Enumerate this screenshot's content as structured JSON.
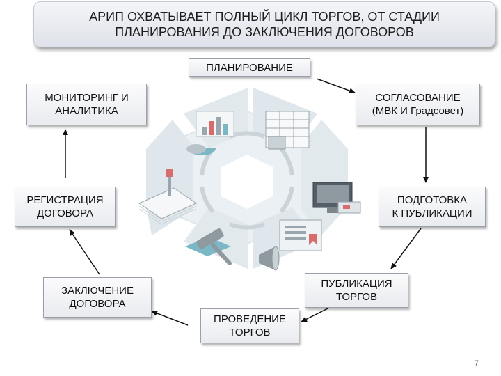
{
  "title": "АРИП ОХВАТЫВАЕТ ПОЛНЫЙ ЦИКЛ ТОРГОВ, ОТ СТАДИИ\nПЛАНИРОВАНИЯ ДО ЗАКЛЮЧЕНИЯ ДОГОВОРОВ",
  "stages": {
    "planning": "ПЛАНИРОВАНИЕ",
    "approval": "СОГЛАСОВАНИЕ\n(МВК И Градсовет)",
    "preparation": "ПОДГОТОВКА\nК ПУБЛИКАЦИИ",
    "publication": "ПУБЛИКАЦИЯ\nТОРГОВ",
    "auction": "ПРОВЕДЕНИЕ\nТОРГОВ",
    "conclusion": "ЗАКЛЮЧЕНИЕ\nДОГОВОРА",
    "registration": "РЕГИСТРАЦИЯ\nДОГОВОРА",
    "monitoring": "МОНИТОРИНГ И\nАНАЛИТИКА"
  },
  "colors": {
    "hexagon": "#e3ebef",
    "accent_red": "#d86b6b",
    "icon_gray": "#9aa6ad",
    "icon_teal": "#7bb7c4",
    "arrow": "#111111"
  },
  "page_number": "7"
}
